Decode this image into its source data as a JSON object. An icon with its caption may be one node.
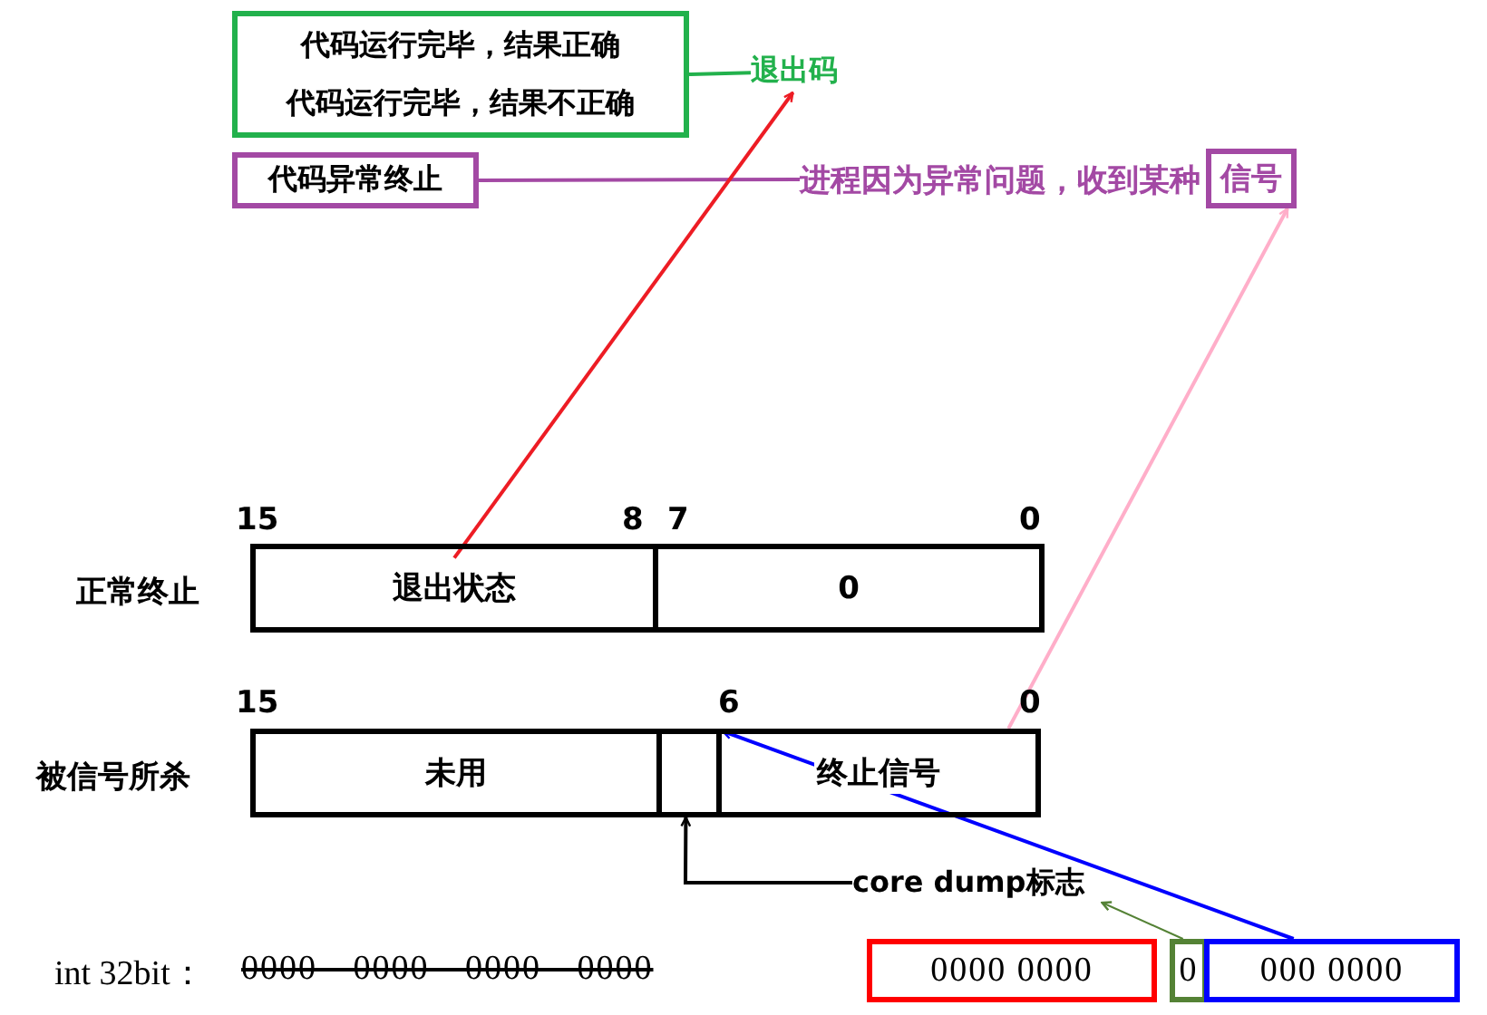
{
  "diagram": {
    "nodes": [
      {
        "text": [
          "代码运行完毕，结果正确",
          "代码运行完毕，结果不正确"
        ]
      },
      {
        "text": [
          "退出码"
        ]
      },
      {
        "text": [
          "代码异常终止"
        ]
      },
      {
        "text": [
          "进程因为异常问题，收到某种"
        ]
      },
      {
        "text": [
          "信号"
        ]
      },
      {
        "text": [
          "退出状态"
        ]
      },
      {
        "text": [
          "0"
        ]
      },
      {
        "text": [
          "未用"
        ]
      },
      {
        "text": [],
        "shape": "box"
      },
      {
        "text": [
          "终止信号"
        ]
      },
      {
        "text": [
          "core dump标志"
        ]
      },
      {
        "text": [
          "0000 0000"
        ]
      },
      {
        "text": [
          "0"
        ]
      },
      {
        "text": [
          "000 0000"
        ]
      }
    ],
    "edges": [
      {
        "from": 0,
        "to": 1,
        "arrow": "none",
        "color": "#22b14c"
      },
      {
        "from": 2,
        "to": 3,
        "arrow": "none",
        "color": "#a349a4"
      },
      {
        "from": 5,
        "to": 1,
        "arrow": "to",
        "color": "#ed1c24"
      },
      {
        "from": 9,
        "to": 4,
        "arrow": "to",
        "color": "#ffaec9"
      },
      {
        "from": 10,
        "to": 8,
        "arrow": "to",
        "color": "#000000"
      },
      {
        "from": 12,
        "to": 10,
        "arrow": "to",
        "color": "#548235"
      },
      {
        "from": 13,
        "to": 9,
        "arrow": "to",
        "color": "#0000ff"
      }
    ],
    "labels": [
      "15",
      "8",
      "7",
      "0",
      "正常终止",
      "15",
      "6",
      "0",
      "被信号所杀",
      "int 32bit：",
      "0000 0000 0000 0000"
    ]
  }
}
